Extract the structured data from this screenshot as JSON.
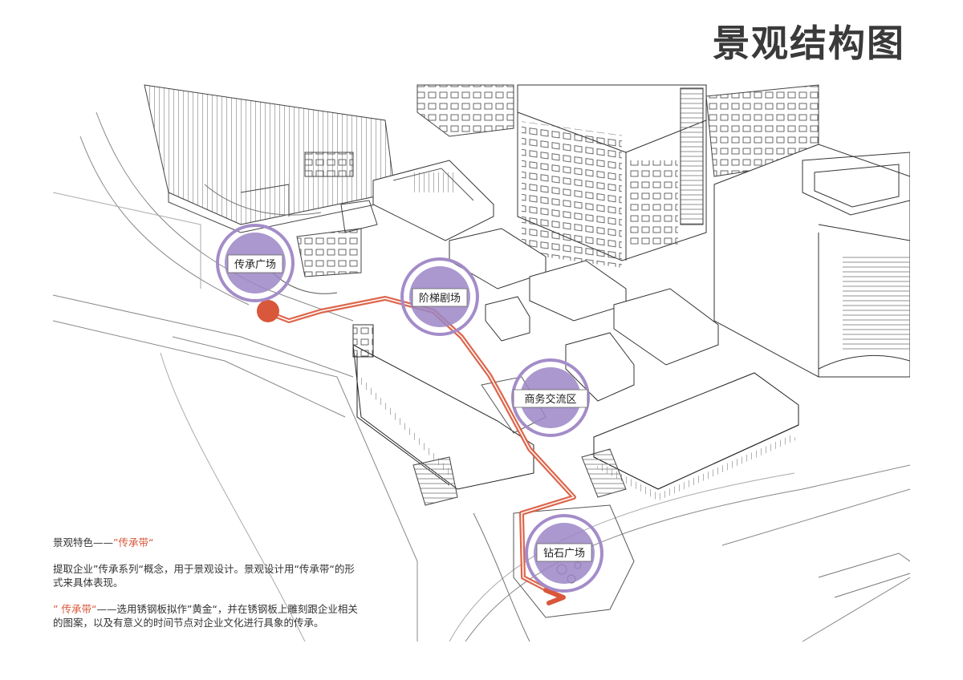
{
  "title": "景观结构图",
  "zones": [
    {
      "label": "传承广场"
    },
    {
      "label": "阶梯剧场"
    },
    {
      "label": "商务交流区"
    },
    {
      "label": "钻石广场"
    }
  ],
  "description": {
    "heading_prefix": "景观特色——",
    "heading_accent": "”传承带“",
    "para1": "提取企业”传承系列“概念，用于景观设计。景观设计用“传承带“的形式来具体表现。",
    "para2_accent": "” 传承带“",
    "para2_rest": "——选用锈钢板拟作”黄金“，并在锈钢板上雕刻跟企业相关的图案，以及有意义的时间节点对企业文化进行具象的传承。"
  },
  "colors": {
    "path": "#d9573a",
    "ring": "#9c84c4",
    "fill": "#9b86c6",
    "line": "#555555"
  }
}
